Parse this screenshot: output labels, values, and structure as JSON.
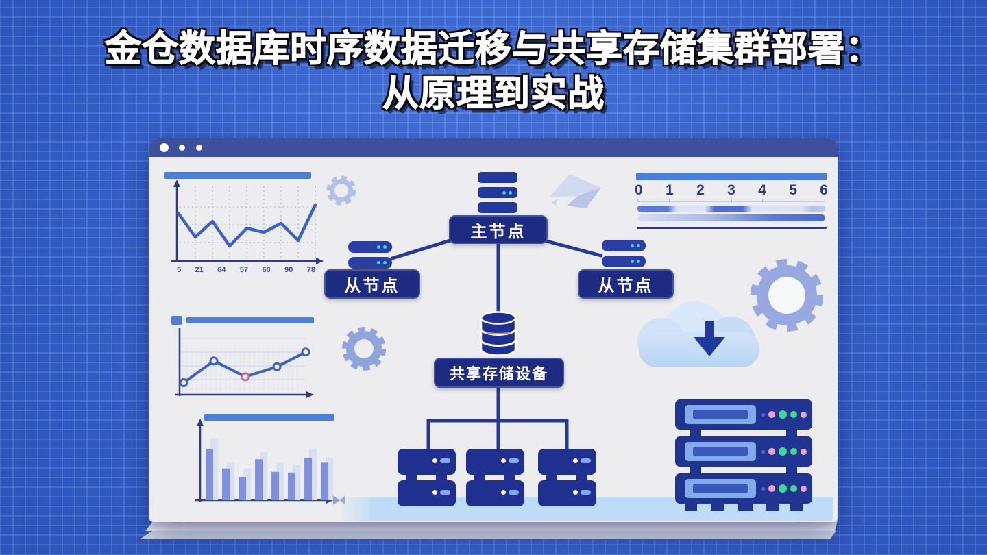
{
  "title": {
    "line1": "金仓数据库时序数据迁移与共享存储集群部署：",
    "line2": "从原理到实战"
  },
  "cluster": {
    "master_label": "主节点",
    "slave_left_label": "从节点",
    "slave_right_label": "从节点",
    "storage_label": "共享存储设备"
  },
  "ruler": {
    "ticks": [
      "0",
      "1",
      "2",
      "3",
      "4",
      "5",
      "6"
    ]
  },
  "chart_data": [
    {
      "id": "timeseries-zigzag",
      "type": "line",
      "title": "",
      "x_tick_labels": [
        "5",
        "21",
        "64",
        "57",
        "60",
        "90",
        "78"
      ],
      "values_norm": [
        0.7,
        0.35,
        0.58,
        0.22,
        0.48,
        0.42,
        0.55,
        0.3,
        0.82
      ],
      "grid": "dashed",
      "line_color": "#3a63c8"
    },
    {
      "id": "trend-line-with-markers",
      "type": "line",
      "values_norm": [
        0.18,
        0.55,
        0.28,
        0.45,
        0.7
      ],
      "markers": true,
      "marker_strokes": [
        "#3a63c8",
        "#3a63c8",
        "#c76a94",
        "#3a63c8",
        "#3a63c8"
      ],
      "line_color": "#3a63c8"
    },
    {
      "id": "bar-pairs",
      "type": "bar",
      "series": [
        {
          "name": "primary",
          "color": "#7e91da",
          "values_norm": [
            0.72,
            0.45,
            0.33,
            0.58,
            0.4,
            0.39,
            0.6,
            0.53
          ]
        },
        {
          "name": "ghost",
          "color": "#d9dff5",
          "values_norm": [
            0.88,
            0.54,
            0.45,
            0.68,
            0.53,
            0.5,
            0.73,
            0.6
          ]
        }
      ]
    }
  ],
  "rack": {
    "units": 3,
    "leds": [
      {
        "name": "led-blue-small",
        "color": "#4a6fd8",
        "size": 5
      },
      {
        "name": "led-pink",
        "color": "#f0a2c4",
        "size": 10
      },
      {
        "name": "led-green",
        "color": "#42d98c",
        "size": 12
      },
      {
        "name": "led-green",
        "color": "#42d98c",
        "size": 10
      },
      {
        "name": "led-pink",
        "color": "#f0a2c4",
        "size": 9
      }
    ]
  },
  "colors": {
    "background": "#3866d4",
    "grid_line": "#7da5f5",
    "titlebar": "#3e4f9e",
    "card_bg": "#edecee",
    "navy": "#1f2e86",
    "accent_blue": "#4a7fe0",
    "cyan_led": "#3bd6e8",
    "periwinkle": "#98a8e0",
    "cloud_blue": "#c4dbf7",
    "floor_blue": "#bedbf7"
  },
  "icons": {
    "window-dots": "three white circles",
    "gear-icon": "periwinkle cog with white hub",
    "chevron-3d-icon": "faint folded arrow",
    "server-stack-icon": "stacked navy bars with cyan leds",
    "database-cylinder-icon": "navy cylinder with white bands",
    "cloud-download-icon": "light blue cloud with navy down arrow",
    "server-rack": "three navy rack units with leds",
    "bow-arrow-icon": "small bow shape at axis end"
  }
}
